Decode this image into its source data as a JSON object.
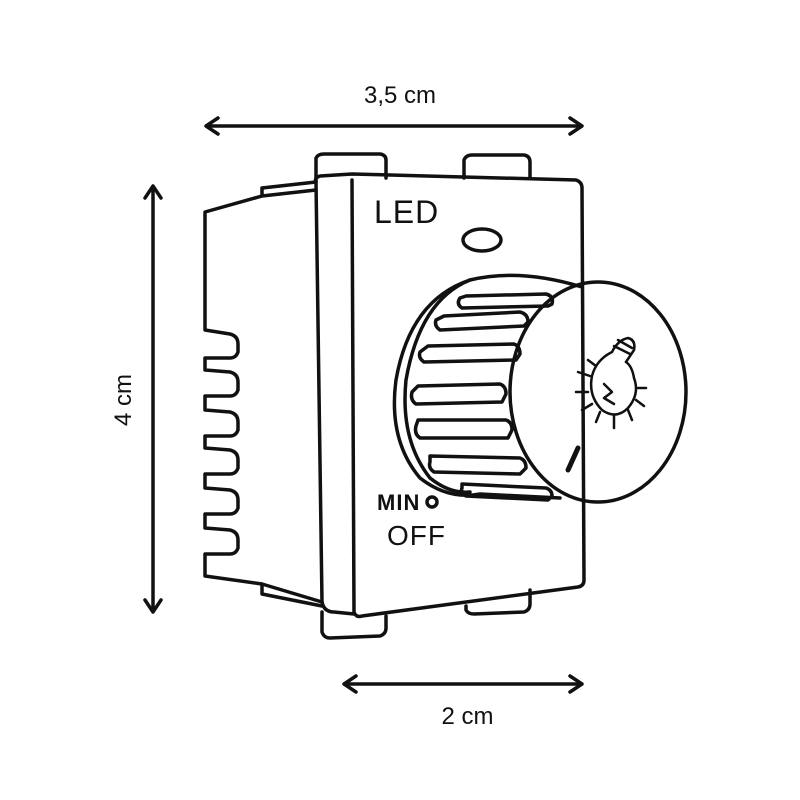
{
  "dimensions": {
    "width_label": "3,5 cm",
    "height_label": "4 cm",
    "depth_label": "2 cm"
  },
  "device": {
    "led_label": "LED",
    "min_label": "MIN",
    "off_label": "OFF"
  },
  "colors": {
    "stroke": "#111111",
    "background": "#ffffff"
  },
  "icons": [
    "lightbulb-icon"
  ]
}
